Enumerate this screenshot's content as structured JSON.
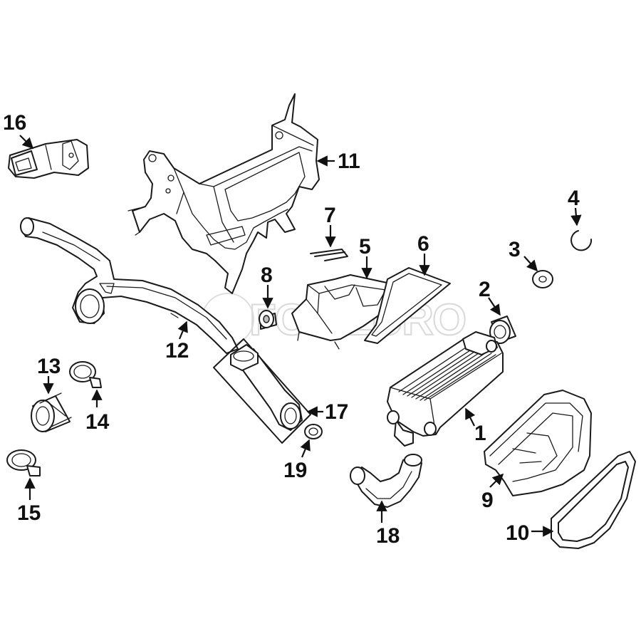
{
  "watermark": "FCP EURO",
  "callouts": [
    {
      "id": "1",
      "label": "1"
    },
    {
      "id": "2",
      "label": "2"
    },
    {
      "id": "3",
      "label": "3"
    },
    {
      "id": "4",
      "label": "4"
    },
    {
      "id": "5",
      "label": "5"
    },
    {
      "id": "6",
      "label": "6"
    },
    {
      "id": "7",
      "label": "7"
    },
    {
      "id": "8",
      "label": "8"
    },
    {
      "id": "9",
      "label": "9"
    },
    {
      "id": "10",
      "label": "10"
    },
    {
      "id": "11",
      "label": "11"
    },
    {
      "id": "12",
      "label": "12"
    },
    {
      "id": "13",
      "label": "13"
    },
    {
      "id": "14",
      "label": "14"
    },
    {
      "id": "15",
      "label": "15"
    },
    {
      "id": "16",
      "label": "16"
    },
    {
      "id": "17",
      "label": "17"
    },
    {
      "id": "18",
      "label": "18"
    },
    {
      "id": "19",
      "label": "19"
    }
  ]
}
